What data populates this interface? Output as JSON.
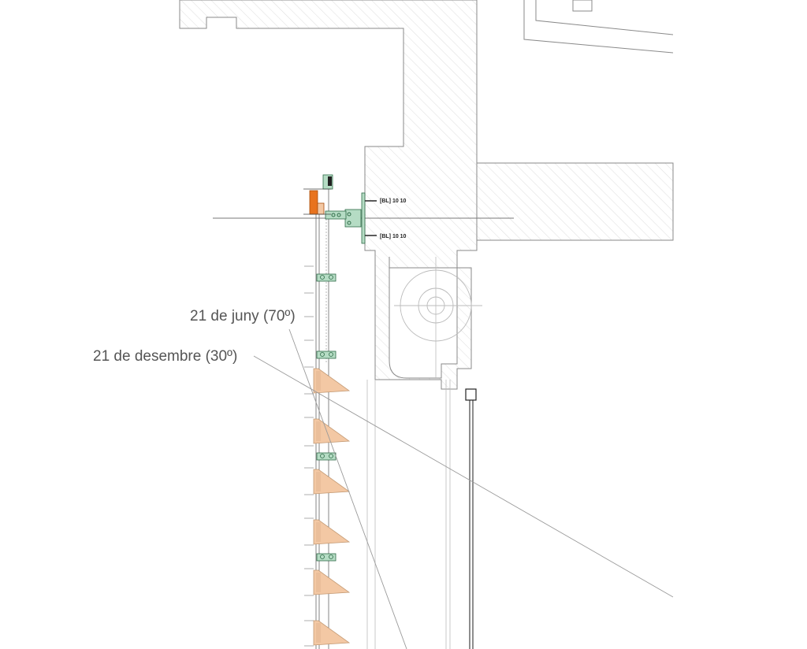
{
  "annotations": {
    "summer": "21 de juny (70º)",
    "winter": "21 de desembre (30º)",
    "anchor_upper": "[BL] 10 10",
    "anchor_lower": "[BL] 10 10"
  },
  "colors": {
    "wall_line": "#8a8a8a",
    "hatch": "#d8d8d8",
    "louver_fill": "#f3c8a4",
    "louver_stroke": "#c49a74",
    "bracket_fill": "#b5dcc4",
    "bracket_stroke": "#2f6b48",
    "accent_orange": "#e8731e",
    "sun_line": "#9a9a9a"
  },
  "icons": {
    "pipe": "circle-symbol",
    "marker": "square-marker"
  }
}
